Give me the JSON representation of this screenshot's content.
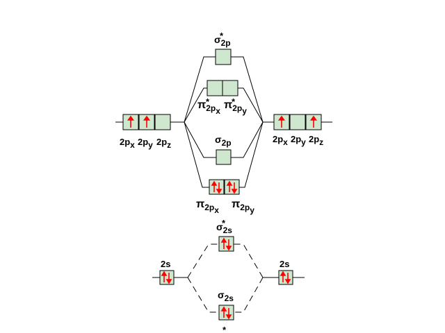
{
  "colors": {
    "box_fill": "#cfe6cf",
    "electron": "#ff0000",
    "line": "#000000"
  },
  "left_atom_2p": {
    "orbitals": [
      {
        "name": "2px",
        "electrons": "up"
      },
      {
        "name": "2py",
        "electrons": "up"
      },
      {
        "name": "2pz",
        "electrons": "empty"
      }
    ],
    "labels": {
      "px_main": "2p",
      "px_sub": "x",
      "py_main": "2p",
      "py_sub": "y",
      "pz_main": "2p",
      "pz_sub": "z"
    }
  },
  "right_atom_2p": {
    "orbitals": [
      {
        "name": "2px",
        "electrons": "up"
      },
      {
        "name": "2py",
        "electrons": "empty"
      },
      {
        "name": "2pz",
        "electrons": "up"
      }
    ],
    "labels": {
      "px_main": "2p",
      "px_sub": "x",
      "py_main": "2p",
      "py_sub": "y",
      "pz_main": "2p",
      "pz_sub": "z"
    }
  },
  "mo_2p": {
    "sigma_star": {
      "symbol": "σ",
      "star": "*",
      "sub": "2p",
      "electrons": "empty"
    },
    "pi_star": {
      "symbol": "π",
      "star": "*",
      "sub1_main": "2p",
      "sub1_sub": "x",
      "sub2_main": "2p",
      "sub2_sub": "y",
      "electrons": [
        "empty",
        "empty"
      ]
    },
    "sigma": {
      "symbol": "σ",
      "sub": "2p",
      "electrons": "empty"
    },
    "pi": {
      "symbol": "π",
      "sub1_main": "2p",
      "sub1_sub": "x",
      "sub2_main": "2p",
      "sub2_sub": "y",
      "electrons": [
        "pair",
        "pair"
      ]
    }
  },
  "left_atom_2s": {
    "label": "2s",
    "electrons": "pair"
  },
  "right_atom_2s": {
    "label": "2s",
    "electrons": "pair"
  },
  "mo_2s": {
    "sigma_star": {
      "symbol": "σ",
      "star": "*",
      "sub": "2s",
      "electrons": "pair"
    },
    "sigma": {
      "symbol": "σ",
      "sub": "2s",
      "electrons": "pair"
    },
    "bottom_star": "*"
  }
}
